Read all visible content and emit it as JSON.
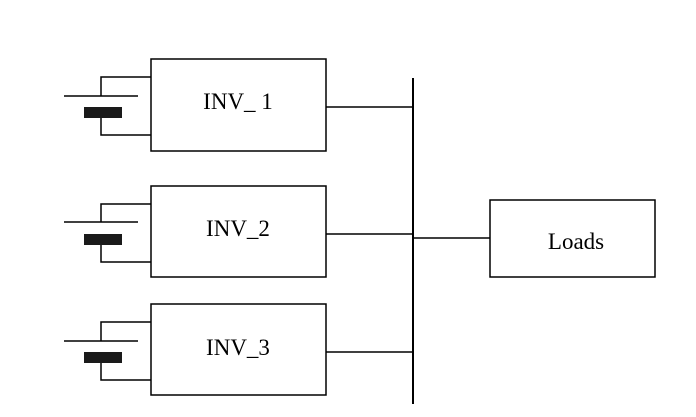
{
  "diagram": {
    "inverters": [
      {
        "label": "INV_ 1"
      },
      {
        "label": "INV_2"
      },
      {
        "label": "INV_3"
      }
    ],
    "load": {
      "label": "Loads"
    }
  }
}
